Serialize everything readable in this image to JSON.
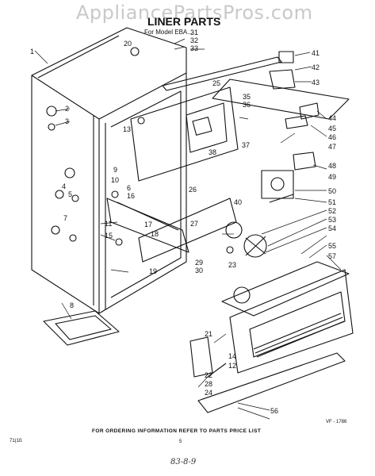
{
  "watermark": "AppliancePartsPros.com",
  "title": "LINER PARTS",
  "model_text": "For Model EBA...",
  "footer_text": "FOR ORDERING INFORMATION REFER TO PARTS PRICE LIST",
  "code_left": "71(1ß",
  "code_right": "VF - 1786",
  "page_number": "5",
  "handwritten_note": "83-8-9",
  "callouts": {
    "c1": "1",
    "c2": "2",
    "c3": "3",
    "c4": "4",
    "c5": "5",
    "c6": "6",
    "c7": "7",
    "c8": "8",
    "c9": "9",
    "c10": "10",
    "c11": "11",
    "c12": "12",
    "c13": "13",
    "c14": "14",
    "c15": "15",
    "c16": "16",
    "c17": "17",
    "c18": "18",
    "c19": "19",
    "c20": "20",
    "c21": "21",
    "c22": "22",
    "c23": "23",
    "c24": "24",
    "c25": "25",
    "c26": "26",
    "c27": "27",
    "c28": "28",
    "c29": "29",
    "c30": "30",
    "c31": "31",
    "c32": "32",
    "c33": "33",
    "c35": "35",
    "c36": "36",
    "c37": "37",
    "c38": "38",
    "c40": "40",
    "c41": "41",
    "c42": "42",
    "c43": "43",
    "c44": "44",
    "c45": "45",
    "c46": "46",
    "c47": "47",
    "c48": "48",
    "c49": "49",
    "c50": "50",
    "c51": "51",
    "c52": "52",
    "c53": "53",
    "c54": "54",
    "c55": "55",
    "c56": "56",
    "c57": "57"
  }
}
